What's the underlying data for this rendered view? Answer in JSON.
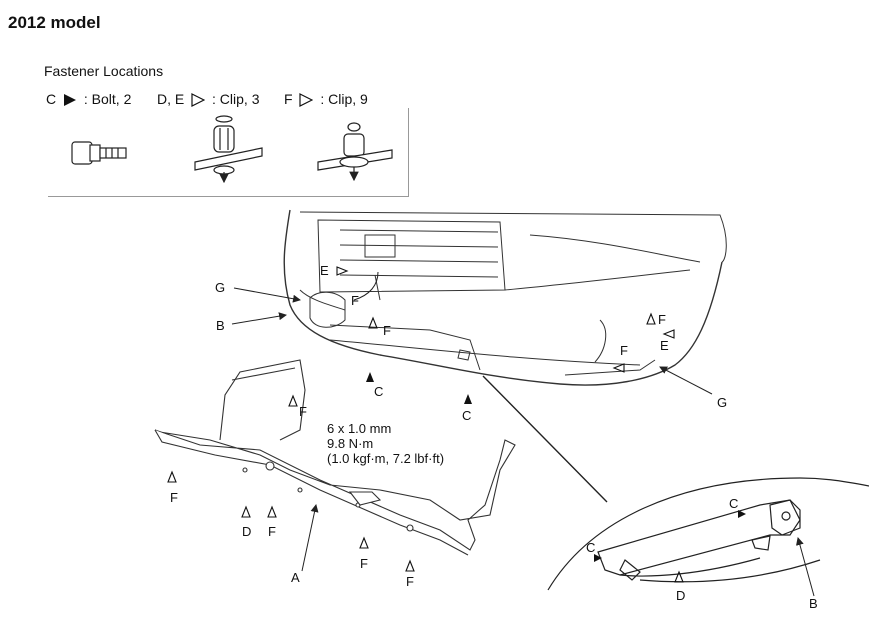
{
  "title": "2012 model",
  "legend": {
    "heading": "Fastener Locations",
    "items": [
      {
        "codes": "C",
        "glyph": "filled-triangle",
        "text": ": Bolt, 2"
      },
      {
        "codes": "D, E",
        "glyph": "outline-triangle",
        "text": ": Clip, 3"
      },
      {
        "codes": "F",
        "glyph": "outline-triangle",
        "text": ": Clip, 9"
      }
    ]
  },
  "spec": {
    "line1": "6 x 1.0 mm",
    "line2": "9.8 N·m",
    "line3": "(1.0 kgf·m, 7.2 lbf·ft)"
  },
  "callouts": {
    "G": "G",
    "B": "B",
    "E": "E",
    "F": "F",
    "C": "C",
    "D": "D",
    "A": "A"
  },
  "colors": {
    "line": "#222222",
    "bg": "#ffffff",
    "frame": "#999999"
  }
}
